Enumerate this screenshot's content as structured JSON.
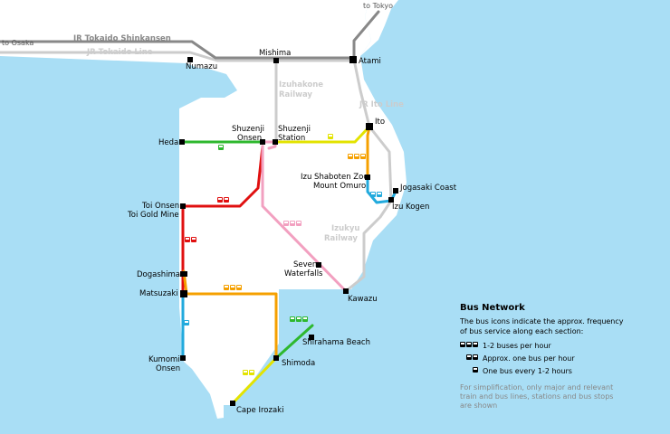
{
  "destinations": {
    "tokyo": "to Tokyo",
    "osaka": "to Osaka"
  },
  "rail_lines": {
    "shinkansen": "JR Tokaido Shinkansen",
    "tokaido": "JR Tokaido Line",
    "izuhakone": [
      "Izuhakone",
      "Railway"
    ],
    "ito": "JR Ito Line",
    "izukyu": [
      "Izukyu",
      "Railway"
    ]
  },
  "stations": {
    "numazu": "Numazu",
    "mishima": "Mishima",
    "atami": "Atami",
    "ito": "Ito",
    "heda": "Heda",
    "shuzenji_onsen": [
      "Shuzenji",
      "Onsen"
    ],
    "shuzenji_station": [
      "Shuzenji",
      "Station"
    ],
    "shaboten": [
      "Izu Shaboten Zoo",
      "Mount Omuro"
    ],
    "jogasaki": "Jogasaki Coast",
    "izu_kogen": "Izu Kogen",
    "toi": [
      "Toi Onsen",
      "Toi Gold Mine"
    ],
    "seven_waterfalls": [
      "Seven",
      "Waterfalls"
    ],
    "dogashima": "Dogashima",
    "matsuzaki": "Matsuzaki",
    "kawazu": "Kawazu",
    "shirahama": "Shirahama Beach",
    "kumomi": [
      "Kumomi",
      "Onsen"
    ],
    "shimoda": "Shimoda",
    "cape_irozaki": "Cape Irozaki"
  },
  "legend": {
    "title": "Bus Network",
    "description": [
      "The bus icons indicate the approx. frequency",
      "of bus service along each section:"
    ],
    "items": [
      "1-2 buses per hour",
      "Approx. one bus per hour",
      "One bus every 1-2 hours"
    ],
    "note": [
      "For simplification, only major and relevant",
      "train and bus lines, stations and bus stops",
      "are shown"
    ]
  },
  "colors": {
    "sea": "#a9def5",
    "land": "#ffffff",
    "rail": "#cccccc",
    "shinkansen": "#888888",
    "bus_green": "#2eb82e",
    "bus_red": "#e01010",
    "bus_orange": "#f5a000",
    "bus_yellow": "#e3e300",
    "bus_pink": "#f2a0c0",
    "bus_blue": "#22aadd"
  },
  "bus_frequency": {
    "heda_shuzenji": 1,
    "shuzenji_ito": 1,
    "ito_shaboten": 3,
    "shaboten_izukogen": 2,
    "shuzenji_toi": 2,
    "toi_dogashima": 2,
    "shuzenji_kawazu": 3,
    "matsuzaki_shimoda": 3,
    "matsuzaki_kumomi": 1,
    "shimoda_shirahama": 3,
    "shimoda_irozaki": 2
  }
}
